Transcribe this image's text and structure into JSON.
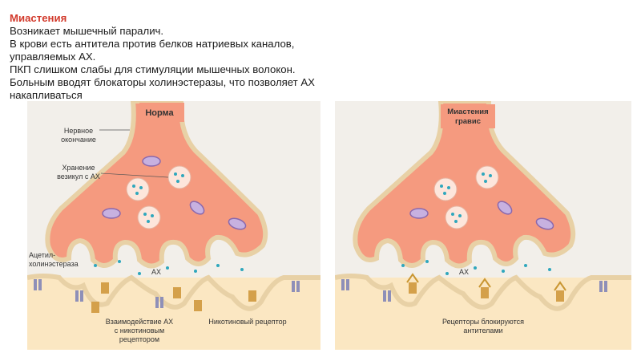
{
  "heading": {
    "title": "Миастения",
    "lines": [
      "Возникает мышечный паралич.",
      "В крови есть антитела против белков натриевых каналов,",
      "управляемых АХ.",
      "ПКП слишком слабы для стимуляции мышечных волокон.",
      "Больным вводят блокаторы холинэстеразы, что позволяет АХ",
      "накапливаться"
    ]
  },
  "panel_normal": {
    "title": "Норма",
    "labels": {
      "nerve_ending_1": "Нервное",
      "nerve_ending_2": "окончание",
      "storage_1": "Хранение",
      "storage_2": "везикул с АХ",
      "ache_1": "Ацетил-",
      "ache_2": "холинэстераза",
      "ach": "АХ",
      "interaction_1": "Взаимодействие АХ",
      "interaction_2": "с никотиновым",
      "interaction_3": "рецептором",
      "nicotinic": "Никотиновый рецептор"
    }
  },
  "panel_mg": {
    "title_1": "Миастения",
    "title_2": "гравис",
    "labels": {
      "ach": "АХ",
      "blocked_1": "Рецепторы блокируются",
      "blocked_2": "антителами"
    }
  },
  "colors": {
    "title_red": "#d23a2c",
    "terminal_fill": "#f59a7f",
    "membrane_border": "#e8d1a6",
    "background_panel": "#f2efea",
    "muscle_fill": "#fbe7c2",
    "vesicle_dot": "#2fa7bd",
    "mitochondria": "#8a68ad",
    "receptor": "#d4a04a",
    "antibody": "#c99632",
    "enzyme": "#8e8fb8"
  }
}
